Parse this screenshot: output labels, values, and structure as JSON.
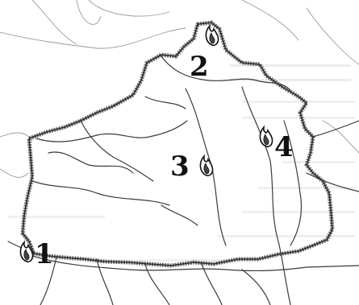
{
  "markers": [
    {
      "label": "1",
      "icon": "flame-icon"
    },
    {
      "label": "2",
      "icon": "flame-icon"
    },
    {
      "label": "3",
      "icon": "flame-icon"
    },
    {
      "label": "4",
      "icon": "flame-icon"
    }
  ],
  "colors": {
    "border": "#6e6e6e",
    "river": "#3a3a3a",
    "text": "#111111",
    "background": "#ffffff"
  }
}
